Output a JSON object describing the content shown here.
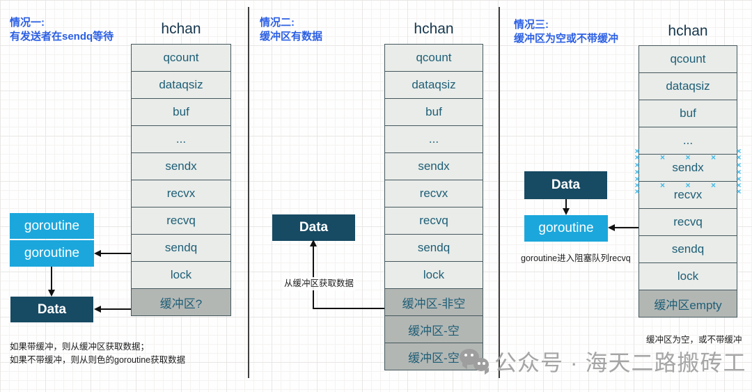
{
  "colors": {
    "case_label_blue": "#2b5fe3",
    "struct_title_navy": "#16374d",
    "row_light_bg": "#e9ece9",
    "row_dark_bg": "#b3b7b4",
    "row_border": "#44565c",
    "row_text_teal": "#1e5e76",
    "goroutine_box_cyan": "#1ba7dc",
    "data_box_navy": "#174a63",
    "selection_handle_cyan": "#3fb9e8",
    "watermark_gray": "#a5a5a5",
    "arrow_black": "#111111"
  },
  "panels": [
    {
      "case_label": "情况一:",
      "case_desc": "有发送者在sendq等待",
      "struct_title": "hchan",
      "rows": [
        "qcount",
        "dataqsiz",
        "buf",
        "...",
        "sendx",
        "recvx",
        "recvq",
        "sendq",
        "lock",
        "缓冲区?"
      ],
      "goroutine1": "goroutine",
      "goroutine2": "goroutine",
      "data_box": "Data",
      "note_line1": "如果带缓冲，则从缓冲区获取数据；",
      "note_line2": "如果不带缓冲，则从则色的goroutine获取数据"
    },
    {
      "case_label": "情况二:",
      "case_desc": "缓冲区有数据",
      "struct_title": "hchan",
      "rows": [
        "qcount",
        "dataqsiz",
        "buf",
        "...",
        "sendx",
        "recvx",
        "recvq",
        "sendq",
        "lock",
        "缓冲区-非空",
        "缓冲区-空",
        "缓冲区-空"
      ],
      "data_box": "Data",
      "arrow_label": "从缓冲区获取数据"
    },
    {
      "case_label": "情况三:",
      "case_desc": "缓冲区为空或不带缓冲",
      "struct_title": "hchan",
      "rows": [
        "qcount",
        "dataqsiz",
        "buf",
        "...",
        "sendx",
        "recvx",
        "recvq",
        "sendq",
        "lock",
        "缓冲区empty"
      ],
      "data_box": "Data",
      "goroutine_box": "goroutine",
      "note": "goroutine进入阻塞队列recvq",
      "buffer_note": "缓冲区为空，或不带缓冲"
    }
  ],
  "watermark": {
    "icon": "wechat-icon",
    "text": "公众号 · 海天二路搬砖工"
  }
}
